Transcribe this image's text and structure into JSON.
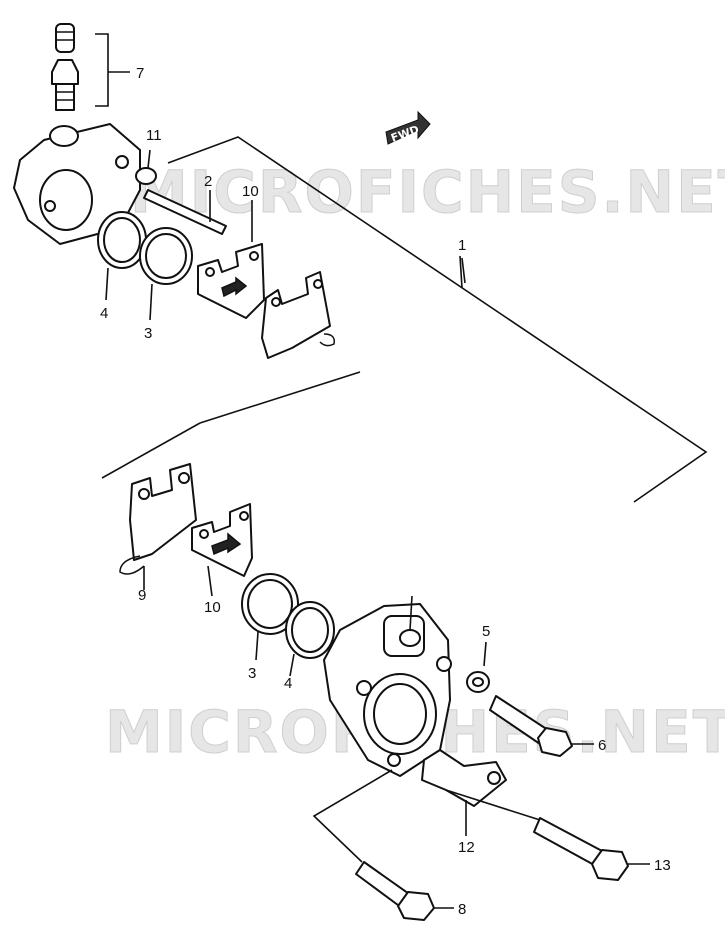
{
  "watermark": {
    "top": "MICROFICHES.NET",
    "bottom": "MICROFICHES.NET"
  },
  "direction_badge": "FWD",
  "callouts": {
    "c1": "1",
    "c2": "2",
    "c3_top": "3",
    "c3_bottom": "3",
    "c4_top": "4",
    "c4_bottom": "4",
    "c5": "5",
    "c6": "6",
    "c7": "7",
    "c8": "8",
    "c9": "9",
    "c10_top": "10",
    "c10_bottom": "10",
    "c11": "11",
    "c12": "12",
    "c13": "13"
  }
}
